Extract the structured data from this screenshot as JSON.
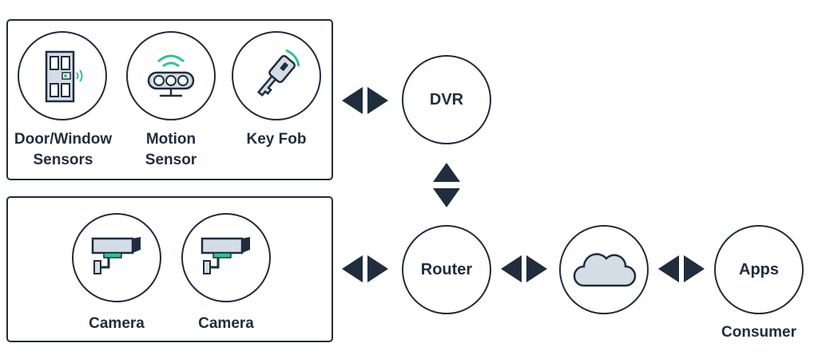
{
  "sensors": {
    "door_window_line1": "Door/Window",
    "door_window_line2": "Sensors",
    "motion_line1": "Motion",
    "motion_line2": "Sensor",
    "key_fob": "Key Fob"
  },
  "cameras": {
    "camera_1": "Camera",
    "camera_2": "Camera"
  },
  "nodes": {
    "dvr": "DVR",
    "router": "Router",
    "apps": "Apps",
    "consumer": "Consumer"
  },
  "colors": {
    "navy": "#1f2d3d",
    "accent_green": "#2ec48b",
    "device_fill": "#d4dde6",
    "cloud_fill": "#d4dde6"
  }
}
